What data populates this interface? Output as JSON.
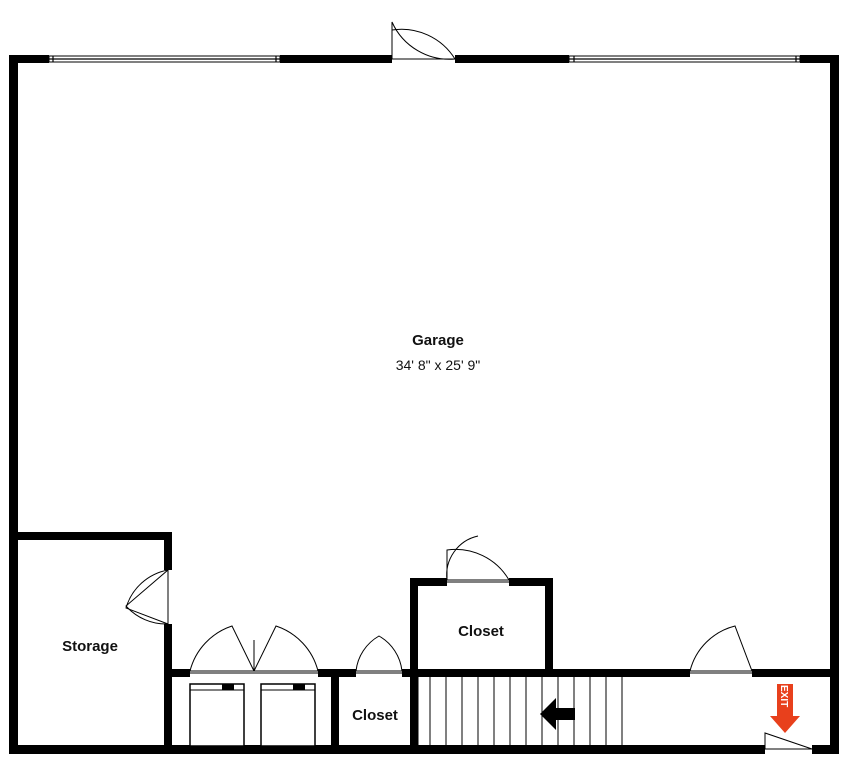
{
  "rooms": {
    "garage": {
      "name": "Garage",
      "dimensions": "34' 8\" x 25' 9\""
    },
    "storage": {
      "name": "Storage"
    },
    "closet_upper": {
      "name": "Closet"
    },
    "closet_lower": {
      "name": "Closet"
    }
  },
  "exit_sign": {
    "label": "EXIT",
    "color": "#e8401c"
  },
  "icons": {
    "stair_direction": "arrow-left-icon"
  },
  "colors": {
    "wall": "#000000",
    "background": "#ffffff"
  }
}
